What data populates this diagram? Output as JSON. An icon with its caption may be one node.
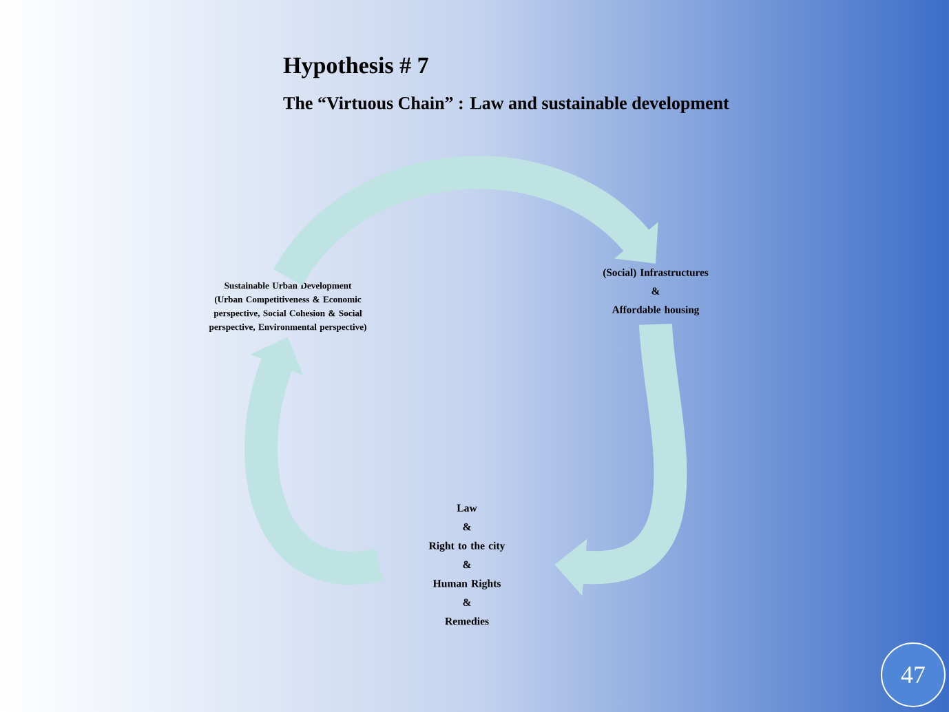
{
  "diagram": {
    "title": "Hypothesis # 7",
    "nodes": [
      {
        "text": [
          "Sustainable Urban Development (Urban Competitiveness & Economic perspective, Social Cohesion & Social perspective, Environmental perspective)"
        ]
      },
      {
        "text": [
          "(Social) Infrastructures & Affordable housing"
        ]
      },
      {
        "text": [
          "Law & Right to the city & Human Rights & Remedies"
        ]
      },
      {
        "text": [
          "47"
        ]
      }
    ],
    "edges": [
      {
        "from": 0,
        "to": 1,
        "arrow": "to"
      },
      {
        "from": 1,
        "to": 2,
        "arrow": "to"
      },
      {
        "from": 2,
        "to": 0,
        "arrow": "to"
      }
    ],
    "labels": [
      "The “Virtuous Chain” : Law and sustainable development"
    ]
  }
}
